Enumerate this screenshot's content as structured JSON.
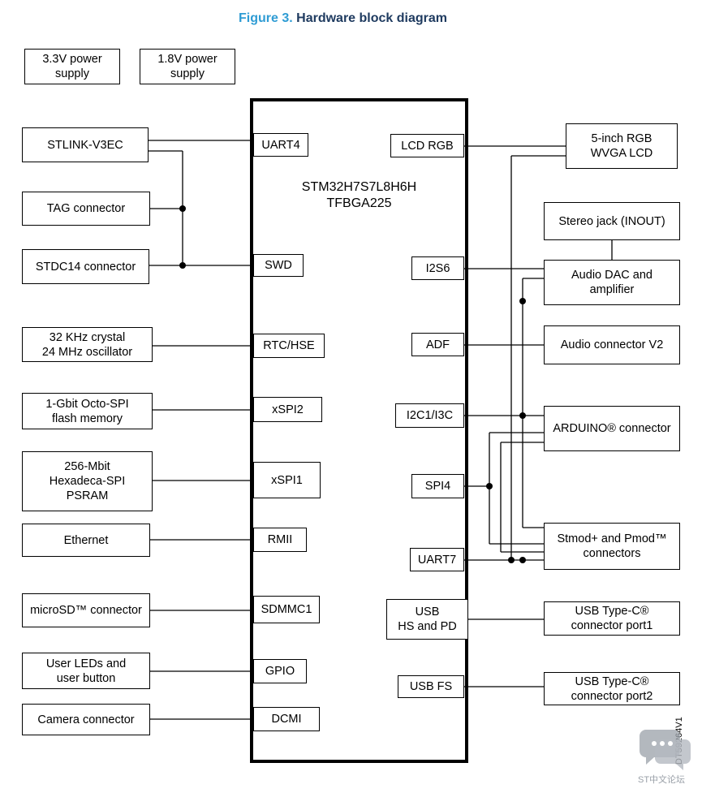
{
  "figure": {
    "label": "Figure 3.",
    "label_color": "#2f9cd4",
    "title": "Hardware block diagram",
    "title_color": "#1e3a5f"
  },
  "mcu": {
    "name": "STM32H7S7L8H6H\nTFBGA225"
  },
  "power": [
    {
      "id": "p33",
      "label": "3.3V power\nsupply"
    },
    {
      "id": "p18",
      "label": "1.8V power\nsupply"
    }
  ],
  "left_peripherals": [
    {
      "id": "stlink",
      "label": "STLINK-V3EC"
    },
    {
      "id": "tag",
      "label": "TAG connector"
    },
    {
      "id": "stdc14",
      "label": "STDC14 connector"
    },
    {
      "id": "crystal",
      "label": "32 KHz crystal\n24 MHz oscillator"
    },
    {
      "id": "octospi",
      "label": "1-Gbit Octo-SPI\nflash memory"
    },
    {
      "id": "psram",
      "label": "256-Mbit\nHexadeca-SPI\nPSRAM"
    },
    {
      "id": "ethernet",
      "label": "Ethernet"
    },
    {
      "id": "microsd",
      "label": "microSD™ connector"
    },
    {
      "id": "leds",
      "label": "User LEDs and\nuser button"
    },
    {
      "id": "camera",
      "label": "Camera connector"
    }
  ],
  "left_pins": [
    {
      "id": "uart4",
      "label": "UART4"
    },
    {
      "id": "swd",
      "label": "SWD"
    },
    {
      "id": "rtc",
      "label": "RTC/HSE"
    },
    {
      "id": "xspi2",
      "label": "xSPI2"
    },
    {
      "id": "xspi1",
      "label": "xSPI1"
    },
    {
      "id": "rmii",
      "label": "RMII"
    },
    {
      "id": "sdmmc1",
      "label": "SDMMC1"
    },
    {
      "id": "gpio",
      "label": "GPIO"
    },
    {
      "id": "dcmi",
      "label": "DCMI"
    }
  ],
  "right_pins": [
    {
      "id": "lcdrgb",
      "label": "LCD RGB"
    },
    {
      "id": "i2s6",
      "label": "I2S6"
    },
    {
      "id": "adf",
      "label": "ADF"
    },
    {
      "id": "i2c1",
      "label": "I2C1/I3C"
    },
    {
      "id": "spi4",
      "label": "SPI4"
    },
    {
      "id": "uart7",
      "label": "UART7"
    },
    {
      "id": "usbhs",
      "label": "USB\nHS and PD"
    },
    {
      "id": "usbfs",
      "label": "USB FS"
    }
  ],
  "right_peripherals": [
    {
      "id": "lcd",
      "label": "5-inch RGB\nWVGA LCD"
    },
    {
      "id": "jack",
      "label": "Stereo jack (INOUT)"
    },
    {
      "id": "dac",
      "label": "Audio DAC and\namplifier"
    },
    {
      "id": "audioconn",
      "label": "Audio connector V2"
    },
    {
      "id": "arduino",
      "label": "ARDUINO® connector"
    },
    {
      "id": "stmod",
      "label": "Stmod+ and Pmod™\nconnectors"
    },
    {
      "id": "typec1",
      "label": "USB Type-C®\nconnector port1"
    },
    {
      "id": "typec2",
      "label": "USB Type-C®\nconnector port2"
    }
  ],
  "watermark": {
    "code": "DT59264V1",
    "logo_text": "ST中文论坛"
  }
}
